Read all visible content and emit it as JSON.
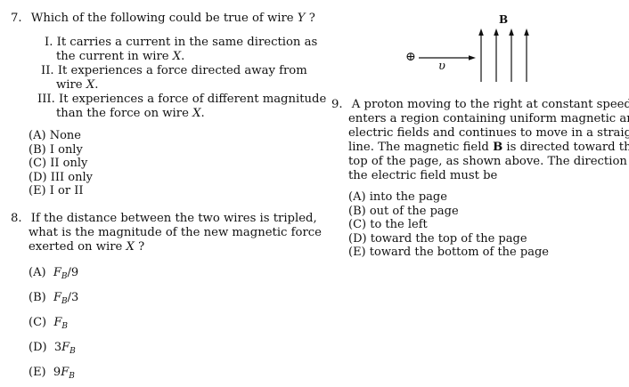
{
  "q7": {
    "number": "7.",
    "stem_a": "Which of the following could be true of wire",
    "stem_var": "Y",
    "stem_b": " ?",
    "statements": [
      {
        "numeral": "I.",
        "lines": [
          [
            "It carries a current in the same direction as"
          ],
          [
            "the current in wire ",
            "X",
            "."
          ]
        ]
      },
      {
        "numeral": "II.",
        "lines": [
          [
            "It experiences a force directed away from"
          ],
          [
            "wire ",
            "X",
            "."
          ]
        ]
      },
      {
        "numeral": "III.",
        "lines": [
          [
            "It experiences a force of different magnitude"
          ],
          [
            "than the force on wire ",
            "X",
            "."
          ]
        ]
      }
    ],
    "choices": [
      {
        "letter": "(A)",
        "text": "None"
      },
      {
        "letter": "(B)",
        "text": "I only"
      },
      {
        "letter": "(C)",
        "text": "II only"
      },
      {
        "letter": "(D)",
        "text": "III only"
      },
      {
        "letter": "(E)",
        "text": "I or II"
      }
    ]
  },
  "q8": {
    "number": "8.",
    "lines": [
      "If the distance between the two wires is tripled,",
      "what is the magnitude of the new magnetic force",
      "exerted on wire "
    ],
    "line3_var": "X",
    "line3_end": " ?",
    "choices": [
      {
        "letter": "(A)",
        "pre": "",
        "base": "F",
        "sub": "B",
        "post": "/9"
      },
      {
        "letter": "(B)",
        "pre": "",
        "base": "F",
        "sub": "B",
        "post": "/3"
      },
      {
        "letter": "(C)",
        "pre": "",
        "base": "F",
        "sub": "B",
        "post": ""
      },
      {
        "letter": "(D)",
        "pre": "3",
        "base": "F",
        "sub": "B",
        "post": ""
      },
      {
        "letter": "(E)",
        "pre": "9",
        "base": "F",
        "sub": "B",
        "post": ""
      }
    ]
  },
  "q9": {
    "number": "9.",
    "diagram": {
      "field_label": "B",
      "velocity_label": "υ",
      "proton_symbol": "⊕"
    },
    "lines": [
      "A proton moving to the right at constant speed",
      "enters a region containing uniform magnetic and",
      "electric fields and continues to move in a straight",
      "line. The magnetic field ",
      "top of the page, as shown above. The direction of",
      "the electric field must be"
    ],
    "line1_var": "υ",
    "line4_bold": "B",
    "line4_end": " is directed toward the",
    "choices": [
      {
        "letter": "(A)",
        "text": "into the page"
      },
      {
        "letter": "(B)",
        "text": "out of the page"
      },
      {
        "letter": "(C)",
        "text": "to the left"
      },
      {
        "letter": "(D)",
        "text": "toward the top of the page"
      },
      {
        "letter": "(E)",
        "text": "toward the bottom of the page"
      }
    ]
  }
}
